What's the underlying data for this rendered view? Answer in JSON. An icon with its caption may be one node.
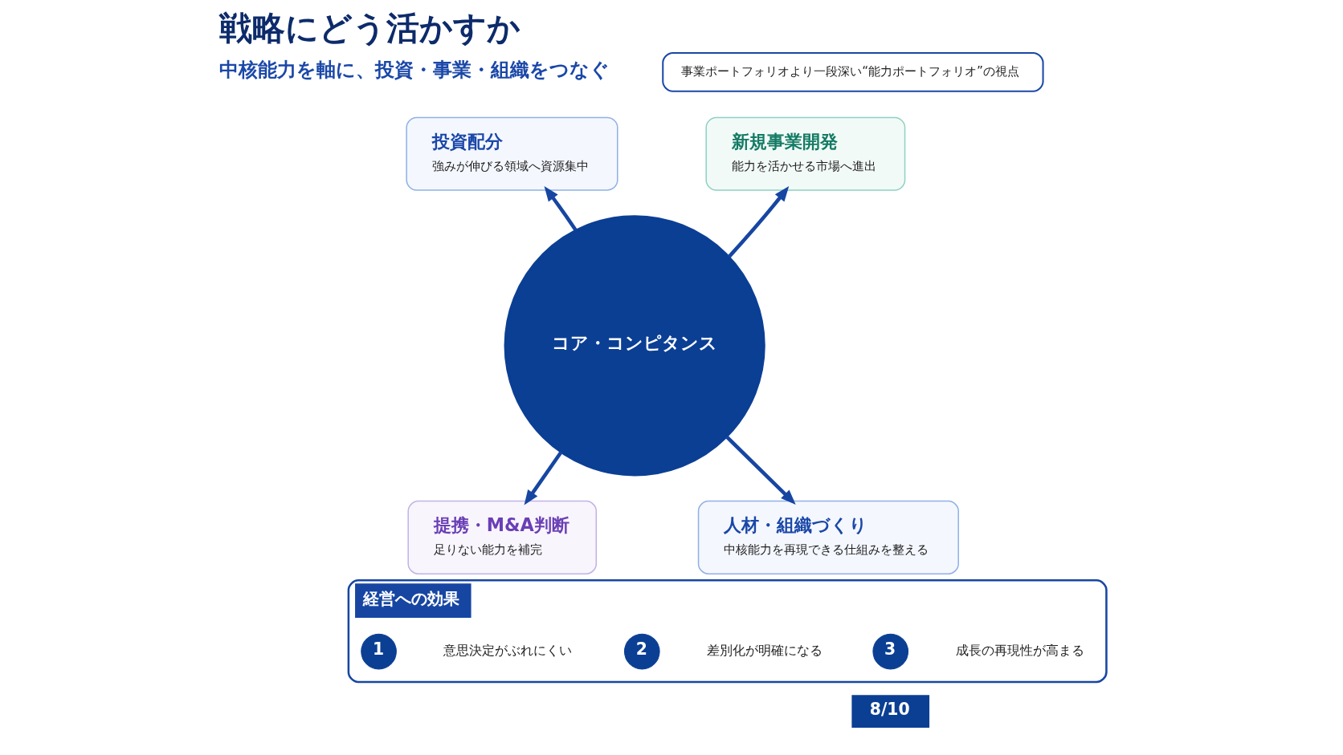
{
  "diagram": {
    "title": "戦略にどう活かすか",
    "nodes": [
      {
        "text": [
          "事業ポートフォリオより一段深い“能力ポートフォリオ”の視点"
        ]
      },
      {
        "text": [
          "投資配分",
          "強みが伸びる領域へ資源集中"
        ]
      },
      {
        "text": [
          "新規事業開発",
          "能力を活かせる市場へ進出"
        ]
      },
      {
        "text": [
          "コア・コンピタンス"
        ]
      },
      {
        "text": [
          "提携・M&A判断",
          "足りない能力を補完"
        ]
      },
      {
        "text": [
          "人材・組織づくり",
          "中核能力を再現できる仕組みを整える"
        ]
      },
      {
        "text": [
          "経営への効果"
        ]
      },
      {
        "text": [
          "1"
        ],
        "in": 6,
        "beside": [
          "意思決定がぶれにくい"
        ]
      },
      {
        "text": [
          "2"
        ],
        "in": 6,
        "beside": [
          "差別化が明確になる"
        ]
      },
      {
        "text": [
          "3"
        ],
        "in": 6,
        "beside": [
          "成長の再現性が高まる"
        ]
      }
    ],
    "edges": [
      {
        "from": 3,
        "to": 1,
        "arrow": "to"
      },
      {
        "from": 3,
        "to": 2,
        "arrow": "to"
      },
      {
        "from": 3,
        "to": 4,
        "arrow": "to"
      },
      {
        "from": 3,
        "to": 5,
        "arrow": "to"
      }
    ],
    "labels": [
      "中核能力を軸に、投資・事業・組織をつなぐ",
      "8/10"
    ]
  }
}
